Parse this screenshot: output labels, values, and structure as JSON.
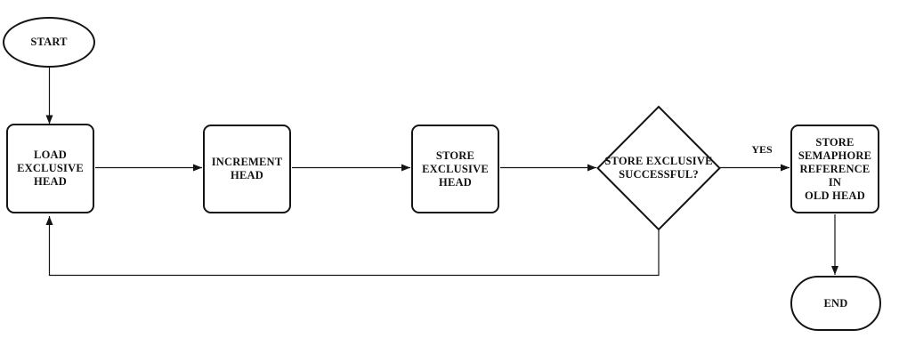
{
  "diagram": {
    "type": "flowchart",
    "colors": {
      "background": "#ffffff",
      "shape_fill": "#ffffff",
      "stroke": "#141414",
      "text": "#121212"
    },
    "nodes": {
      "start": {
        "shape": "terminator-ellipse",
        "label": "START"
      },
      "load_exclusive_head": {
        "shape": "process",
        "label": "LOAD\nEXCLUSIVE\nHEAD"
      },
      "increment_head": {
        "shape": "process",
        "label": "INCREMENT\nHEAD"
      },
      "store_exclusive_head": {
        "shape": "process",
        "label": "STORE\nEXCLUSIVE\nHEAD"
      },
      "store_exclusive_successful": {
        "shape": "decision-diamond",
        "label": "STORE EXCLUSIVE\nSUCCESSFUL?"
      },
      "store_semaphore_reference": {
        "shape": "process",
        "label": "STORE\nSEMAPHORE\nREFERENCE IN\nOLD HEAD"
      },
      "end": {
        "shape": "terminator-stadium",
        "label": "END"
      }
    },
    "edges": [
      {
        "from": "start",
        "to": "load_exclusive_head"
      },
      {
        "from": "load_exclusive_head",
        "to": "increment_head"
      },
      {
        "from": "increment_head",
        "to": "store_exclusive_head"
      },
      {
        "from": "store_exclusive_head",
        "to": "store_exclusive_successful"
      },
      {
        "from": "store_exclusive_successful",
        "to": "store_semaphore_reference",
        "label": "YES"
      },
      {
        "from": "store_semaphore_reference",
        "to": "end"
      },
      {
        "from": "store_exclusive_successful",
        "to": "load_exclusive_head"
      }
    ]
  }
}
